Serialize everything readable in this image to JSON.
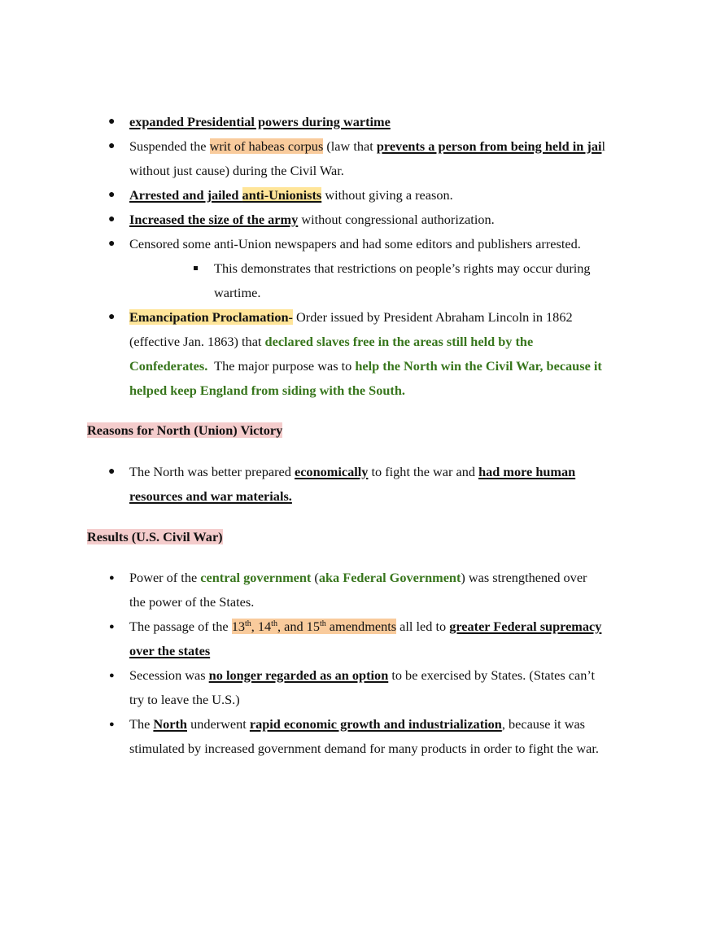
{
  "section1": {
    "items": [
      {
        "text": "expanded Presidential powers during wartime"
      },
      {
        "a": "Suspended the ",
        "hl": "writ of habeas corpus",
        "b": " (law that ",
        "bold": "prevents a person from being held in jai",
        "c": "l",
        "line2": "without just cause) during the Civil War."
      },
      {
        "bold": "Arrested and jailed ",
        "hl": "anti-Unionists",
        "rest": " without giving a reason."
      },
      {
        "bold": "Increased the size of the army",
        "rest": " without congressional authorization."
      },
      {
        "text": "Censored some anti-Union newspapers and had some editors and publishers arrested.",
        "sub": {
          "line1": "This demonstrates that restrictions on people’s rights may occur during",
          "line2": "wartime."
        }
      },
      {
        "hl": "Emancipation Proclamation-",
        "a": " Order issued by President Abraham Lincoln in 1862",
        "l2a": "(effective Jan. 1863) that ",
        "l2g": "declared slaves free in the areas still held by the",
        "l3g": "Confederates.",
        "l3a": "  The major purpose was to ",
        "l3g2": "help the North win the Civil War, because it",
        "l4g": "helped keep England from siding with the South."
      }
    ]
  },
  "section2": {
    "heading": "Reasons for North (Union) Victory",
    "item": {
      "a": "The North was better prepared ",
      "u1": "economically",
      "b": " to fight the war and ",
      "u2": "had more human",
      "line2": "resources and war materials."
    }
  },
  "section3": {
    "heading": "Results (U.S. Civil War)",
    "items": [
      {
        "a": "Power of the ",
        "g1": "central government",
        "b": " (",
        "g2": "aka Federal Government",
        "c": ") was strengthened over",
        "line2": "the power of the States."
      },
      {
        "a": "The passage of the ",
        "n1": "13",
        "n2": "14",
        "n3": "15",
        "sup": "th",
        "sep1": ", ",
        "sep2": ", and ",
        "amend": " amendments",
        "b": " all led to ",
        "u": "greater Federal supremacy",
        "line2": "over the states"
      },
      {
        "a": "Secession was ",
        "u": "no longer regarded as an option",
        "b": " to be exercised by States. (States can’t",
        "line2": "try to leave the U.S.)"
      },
      {
        "a": "The ",
        "u1": "North",
        "b": " underwent ",
        "u2": "rapid economic growth and industrialization",
        "c": ", because it was",
        "line2": "stimulated by increased government demand for many products in order to fight the war."
      }
    ]
  },
  "colors": {
    "highlight_orange": "#f9cb9c",
    "highlight_yellow": "#ffe599",
    "highlight_pink": "#f4cccc",
    "green_text": "#38761d"
  }
}
